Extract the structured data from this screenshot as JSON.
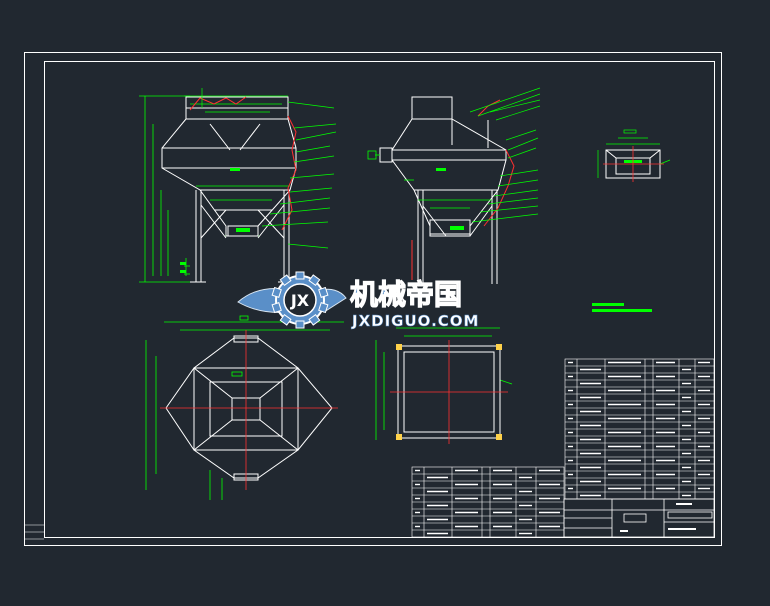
{
  "watermark": {
    "logo_letters": "JX",
    "chinese": "机械帝国",
    "latin": "JXDIGUO.COM"
  },
  "drawing": {
    "colors": {
      "background": "#212830",
      "frame": "#ffffff",
      "outline": "#ffffff",
      "dimension": "#00ff00",
      "center_line": "#ff3030",
      "leader": "#00ff00",
      "title_fill": "#00ff00",
      "watermark_blue": "#5a8fc8",
      "watermark_text": "#ffffff"
    },
    "views": [
      "front-elevation",
      "side-elevation",
      "detail-section",
      "plan-view",
      "bottom-plan",
      "parts-list",
      "title-block"
    ]
  }
}
